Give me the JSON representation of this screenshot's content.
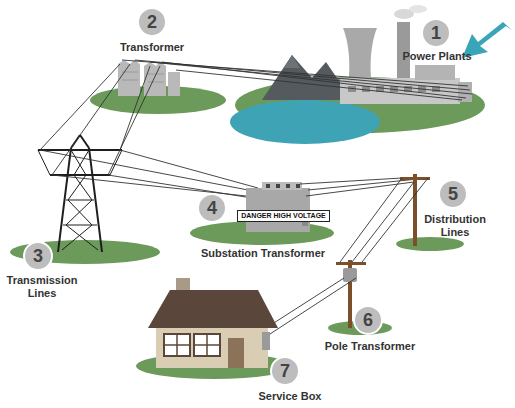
{
  "diagram": {
    "nodes": [
      {
        "text": [
          "1",
          "Power Plants"
        ]
      },
      {
        "text": [
          "2",
          "Transformer"
        ]
      },
      {
        "text": [
          "3",
          "Transmission Lines"
        ]
      },
      {
        "text": [
          "4",
          "Substation Transformer"
        ]
      },
      {
        "text": [
          "5",
          "Distribution Lines"
        ]
      },
      {
        "text": [
          "6",
          "Pole Transformer"
        ]
      },
      {
        "text": [
          "7",
          "Service Box"
        ]
      },
      {
        "text": [
          "DANGER HIGH VOLTAGE"
        ]
      }
    ]
  }
}
